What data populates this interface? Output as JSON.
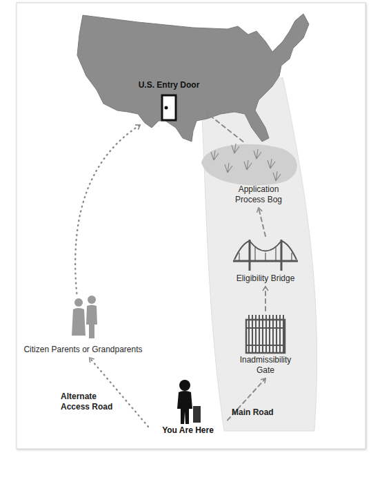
{
  "diagram": {
    "nodes": [
      {
        "text": [
          "U.S. Entry Door"
        ]
      },
      {
        "text": [
          "Application Process Bog"
        ]
      },
      {
        "text": [
          "Eligibility Bridge"
        ]
      },
      {
        "text": [
          "Inadmissibility Gate"
        ]
      },
      {
        "text": [
          "Citizen Parents or Grandparents"
        ]
      },
      {
        "text": [
          "You Are Here"
        ]
      }
    ],
    "edges": [
      {
        "from": 5,
        "to": 3,
        "arrow": "to"
      },
      {
        "from": 3,
        "to": 2,
        "arrow": "to"
      },
      {
        "from": 2,
        "to": 1,
        "arrow": "to"
      },
      {
        "from": 1,
        "to": 0,
        "arrow": "to"
      },
      {
        "from": 5,
        "to": 4,
        "arrow": "to"
      },
      {
        "from": 4,
        "to": 0,
        "arrow": "to"
      }
    ],
    "labels": [
      "Main Road",
      "Alternate Access Road"
    ]
  }
}
